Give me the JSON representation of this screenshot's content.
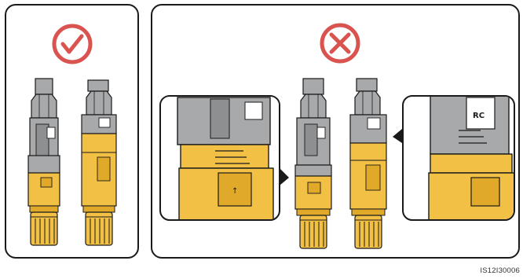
{
  "figure": {
    "reference_code": "IS12I30006",
    "panels": [
      {
        "id": "correct",
        "status": "correct-installation",
        "icon": "check-circle-icon"
      },
      {
        "id": "incorrect",
        "status": "incorrect-installation",
        "icon": "cross-circle-icon"
      }
    ],
    "colors": {
      "connector_gray": "#a8a9ab",
      "connector_gray_dark": "#8e8f91",
      "connector_yellow": "#f2c044",
      "connector_yellow_dark": "#e0a92a",
      "outline": "#1a1a1a",
      "status_red": "#d9534f",
      "frame": "#1a1a1a"
    },
    "callout_labels": [
      "RC",
      "↑"
    ]
  }
}
